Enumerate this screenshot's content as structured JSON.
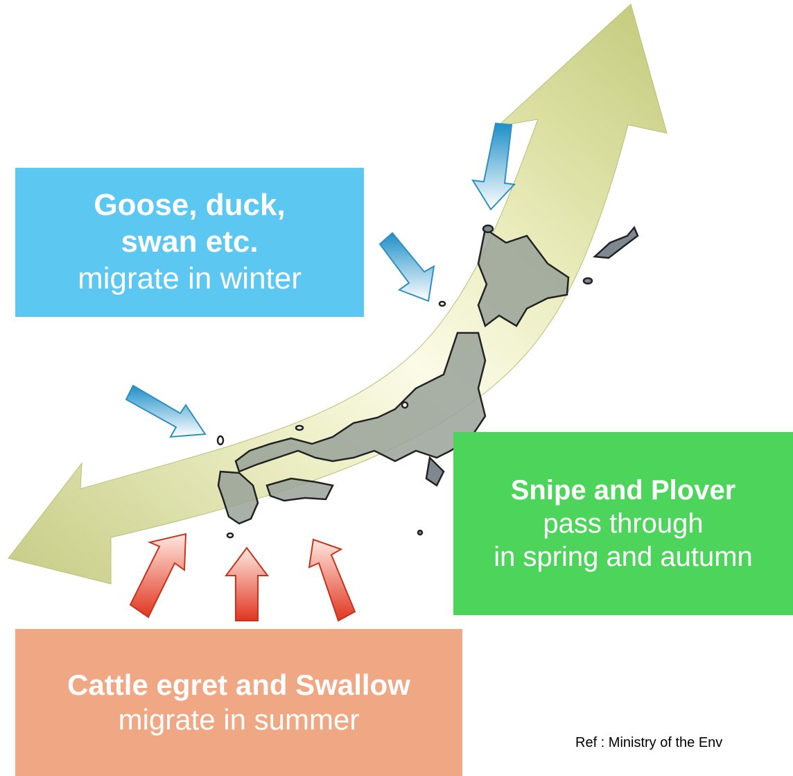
{
  "winter_box": {
    "line1": "Goose, duck,",
    "line2": "swan etc.",
    "line3": "migrate in winter",
    "color": "#5cc8f2"
  },
  "passage_box": {
    "line1": "Snipe and Plover",
    "line2": "pass through",
    "line3": "in spring and autumn",
    "color": "#4cd55a"
  },
  "summer_box": {
    "line1": "Cattle egret and Swallow",
    "line2": "migrate in summer",
    "color": "#f0a884"
  },
  "reference": "Ref : Ministry of the Env",
  "colors": {
    "flyway": "#c9cf8a",
    "land": "#9aa39a",
    "winter_arrow": "#2f9fd0",
    "summer_arrow": "#e8402a"
  }
}
